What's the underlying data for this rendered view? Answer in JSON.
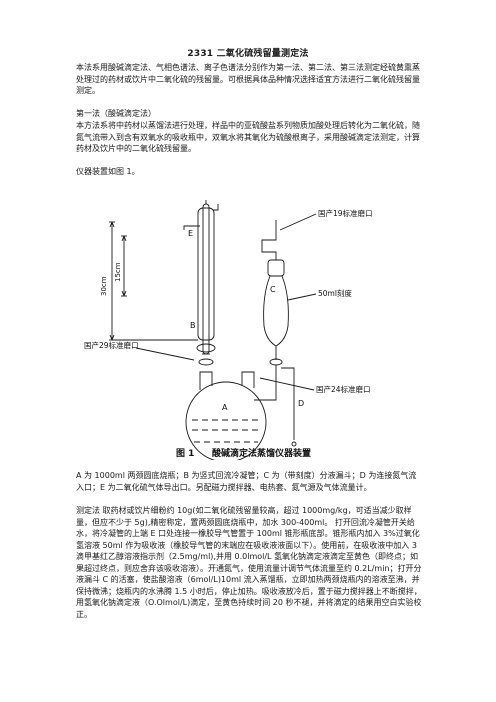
{
  "title": "2331 二氧化硫残留量测定法",
  "intro": "本法系用酸碱滴定法、气相色谱法、离子色谱法分别作为第一法、第二法、第三法测定经硫黄熏蒸处理过的药材或饮片中二氧化硫的残留量。可根据具体品种情况选择适宜方法进行二氧化硫残留量测定。",
  "method_heading": "第一法（酸碱滴定法）",
  "method_text": "本方法系将中药材以蒸馏法进行处理，样品中的亚硫酸盐系列物质加酸处理后转化为二氧化硫，随氮气流带入到含有双氧水的吸收瓶中，双氧水将其氧化为硫酸根离子，采用酸碱滴定法测定，计算药材及饮片中的二氧化硫残留量。",
  "apparatus_line": "仪器装置如图 1。",
  "figure": {
    "label_e": "E",
    "label_b": "B",
    "label_c": "C",
    "label_d": "D",
    "label_a": "A",
    "dim_30": "30cm",
    "dim_15": "15cm",
    "label_top_joint": "国产19标准磨口",
    "label_50ml": "50ml刻度",
    "label_left_joint": "国产29标准磨口",
    "label_right_joint": "国产24标准磨口",
    "caption_num": "图 1",
    "caption_text": "酸碱滴定法蒸馏仪器装置"
  },
  "desc": "A 为 1000ml 两颈圆底烧瓶；B 为竖式回流冷凝管；C 为（带刻度）分液漏斗；D 为连接氮气流入口；E 为二氧化硫气体导出口。另配磁力搅拌器、电热套、氮气源及气体流量计。",
  "procedure": "测定法  取药材或饮片细粉约 10g(如二氧化硫残留量较高，超过 1000mg/kg，可适当减少取样量，但应不少于 5g),精密称定，置两颈圆底烧瓶中，加水 300-400ml。 打开回流冷凝管开关给水，将冷凝管的上端 E 口处连接一橡胶导气管置于 100ml 锥形瓶底部。锥形瓶内加入 3%过氧化氢溶液 50ml 作为吸收液（橡胶导气管的末端应在吸收液液面以下）。使用前，在吸收液中加入 3 滴甲基红乙醇溶液指示剂（2.5mg/ml),并用 0.0lmol/L 氢氧化钠滴定液滴定至黄色（即终点；如果超过终点，则应舍弃该吸收溶液）。开通氮气，使用流量计调节气体流量至约 0.2L/min；打开分液漏斗 C 的活塞，使盐酸溶液（6mol/L)10ml 流入蒸馏瓶，立即加热两颈烧瓶内的溶液至沸，并保持微沸；烧瓶内的水沸腾 1.5 小时后，停止加热。吸收液放冷后，置于磁力搅拌器上不断搅拌，用氢氧化钠滴定液（O.Olmol/L)滴定，至黄色持续时间 20 秒不褪，并将滴定的结果用空白实验校正。"
}
